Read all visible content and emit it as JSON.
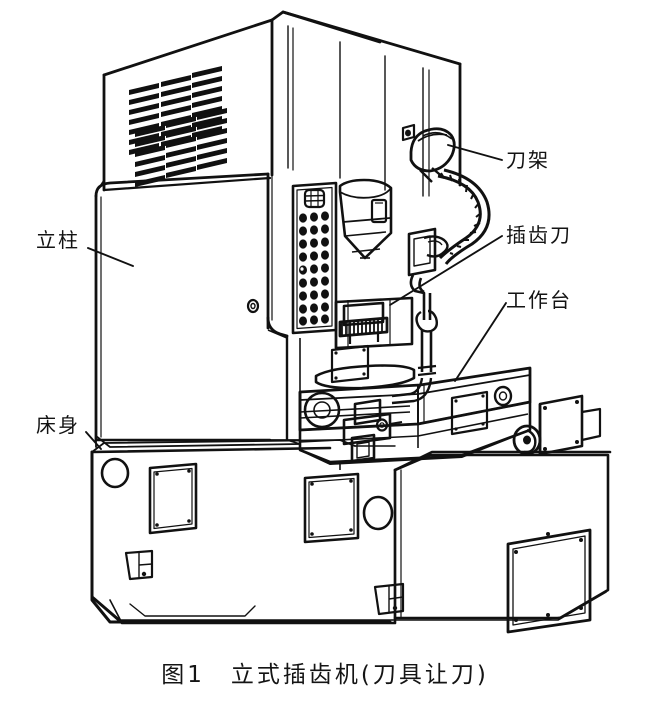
{
  "figure": {
    "caption_number": "图1",
    "caption_title": "立式插齿机(刀具让刀)",
    "caption_full": "图1　立式插齿机(刀具让刀)",
    "subject": "vertical-gear-shaping-machine-line-drawing",
    "background_color": "#ffffff",
    "line_color": "#111111"
  },
  "callouts": [
    {
      "id": "column",
      "label": "立柱",
      "position": "left-upper",
      "points_to": "machine-column-body"
    },
    {
      "id": "bed",
      "label": "床身",
      "position": "left-lower",
      "points_to": "machine-bed-base"
    },
    {
      "id": "toolhead",
      "label": "刀架",
      "position": "right-upper",
      "points_to": "tool-holder-assembly"
    },
    {
      "id": "cutter",
      "label": "插齿刀",
      "position": "right-mid",
      "points_to": "gear-shaper-cutter"
    },
    {
      "id": "worktable",
      "label": "工作台",
      "position": "right-lower",
      "points_to": "work-table-slide"
    }
  ],
  "parts": {
    "column_vent_grid": {
      "columns": 3,
      "rows": 2,
      "slats_per_block": 7
    },
    "control_panel": {
      "button_columns": 3,
      "button_rows": 9,
      "has_display_window": true
    },
    "bed_access_panels": 3,
    "bed_port_holes": 2,
    "bed_latches": 2
  }
}
